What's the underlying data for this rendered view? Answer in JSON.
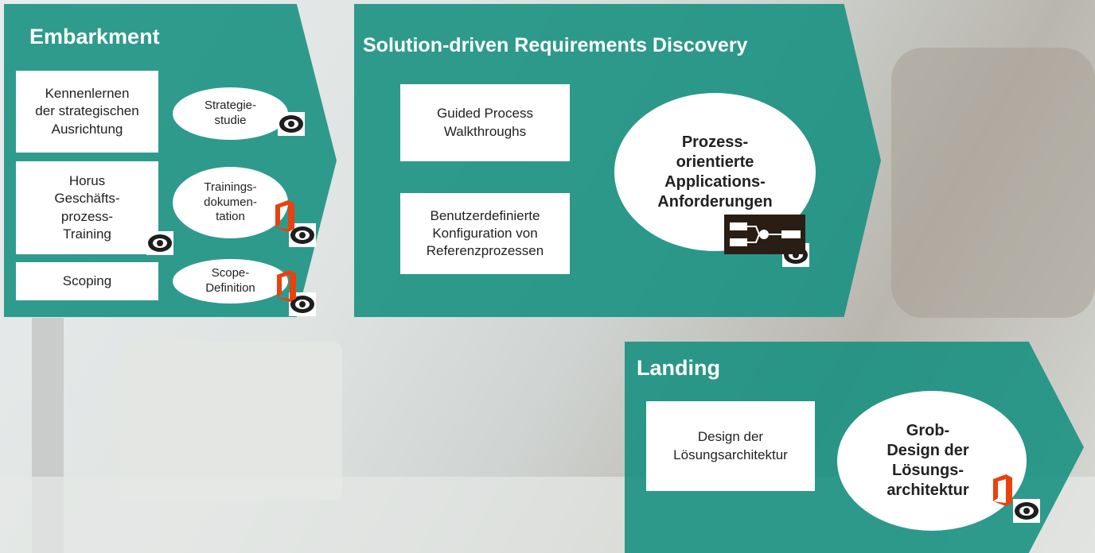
{
  "embarkment": {
    "title": "Embarkment",
    "boxes": [
      "Kennenlernen\nder strategischen\nAusrichtung",
      "Horus\nGeschäfts-\nprozess-\nTraining",
      "Scoping"
    ],
    "ovals": [
      "Strategie-\nstudie",
      "Trainings-\ndokumen-\ntation",
      "Scope-\nDefinition"
    ]
  },
  "discovery": {
    "title": "Solution-driven Requirements Discovery",
    "boxes": [
      "Guided Process\nWalkthroughs",
      "Benutzerdefinierte\nKonfiguration von\nReferenzprozessen"
    ],
    "oval": "Prozess-\norientierte\nApplications-\nAnforderungen"
  },
  "landing": {
    "title": "Landing",
    "box": "Design der\nLösungsarchitektur",
    "oval": "Grob-\nDesign der\nLösungs-\narchitektur"
  },
  "colors": {
    "chevron": "#148f80",
    "office": "#e8420e",
    "eye": "#1e1e1e"
  },
  "icons": [
    "eye-icon",
    "office-icon",
    "process-diagram-icon"
  ]
}
